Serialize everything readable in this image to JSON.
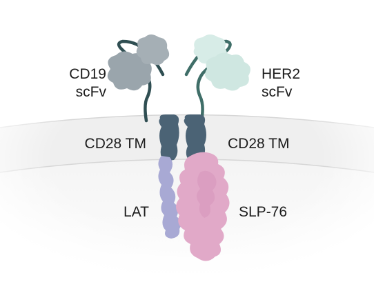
{
  "labels": {
    "cd19": "CD19",
    "cd19_sub": "scFv",
    "her2": "HER2",
    "her2_sub": "scFv",
    "tm_left": "CD28 TM",
    "tm_right": "CD28 TM",
    "lat": "LAT",
    "slp76": "SLP-76"
  },
  "colors": {
    "membrane": "#efefef",
    "membrane_edge": "#d6d6d6",
    "cd19_domain": "#9aa5ac",
    "cd19_linker": "#2f4e52",
    "her2_domain": "#cfe7e1",
    "her2_linker": "#3f6e68",
    "tm_domain": "#4b6375",
    "lat": "#a8a9d4",
    "slp76": "#e1a9c8"
  }
}
